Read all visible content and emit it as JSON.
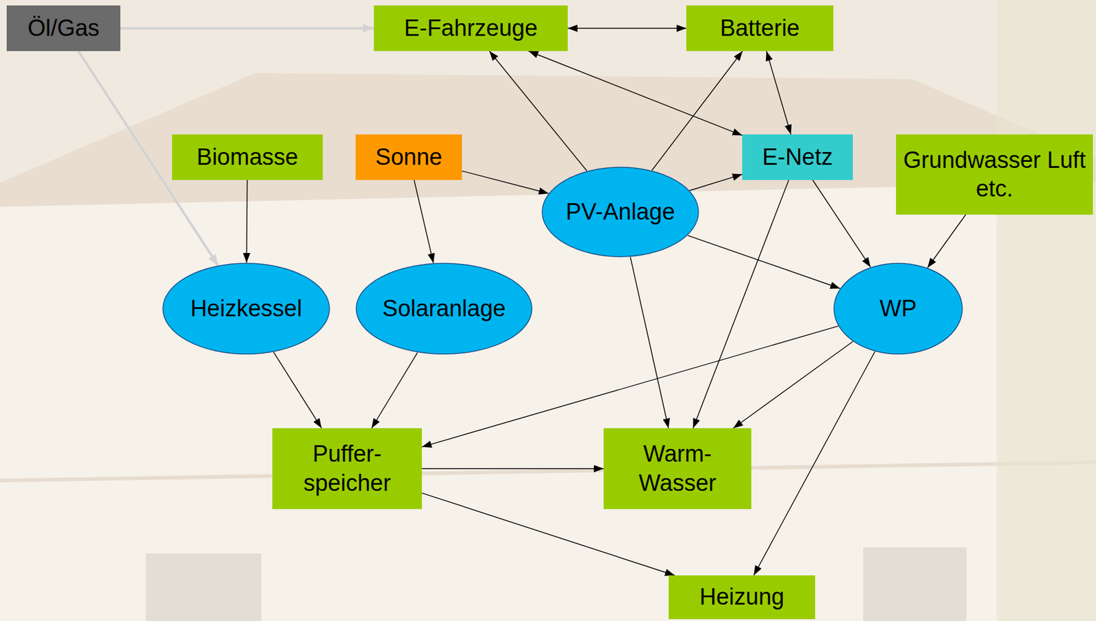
{
  "diagram": {
    "nodes": [
      {
        "text": [
          "Öl/Gas"
        ]
      },
      {
        "text": [
          "E-Fahrzeuge"
        ]
      },
      {
        "text": [
          "Batterie"
        ]
      },
      {
        "text": [
          "Biomasse"
        ]
      },
      {
        "text": [
          "Sonne"
        ]
      },
      {
        "text": [
          "PV-Anlage"
        ]
      },
      {
        "text": [
          "E-Netz"
        ]
      },
      {
        "text": [
          "Grundwasser Luft etc."
        ]
      },
      {
        "text": [
          "Heizkessel"
        ]
      },
      {
        "text": [
          "Solaranlage"
        ]
      },
      {
        "text": [
          "WP"
        ]
      },
      {
        "text": [
          "Puffer- speicher"
        ]
      },
      {
        "text": [
          "Warm- Wasser"
        ]
      },
      {
        "text": [
          "Heizung"
        ]
      }
    ],
    "edges": [
      {
        "from": 0,
        "to": 1,
        "arrow": "to"
      },
      {
        "from": 0,
        "to": 8,
        "arrow": "to"
      },
      {
        "from": 1,
        "to": 2,
        "arrow": "both"
      },
      {
        "from": 5,
        "to": 1,
        "arrow": "to"
      },
      {
        "from": 1,
        "to": 6,
        "arrow": "both"
      },
      {
        "from": 5,
        "to": 2,
        "arrow": "to"
      },
      {
        "from": 2,
        "to": 6,
        "arrow": "both"
      },
      {
        "from": 4,
        "to": 5,
        "arrow": "to"
      },
      {
        "from": 4,
        "to": 9,
        "arrow": "to"
      },
      {
        "from": 5,
        "to": 6,
        "arrow": "to"
      },
      {
        "from": 5,
        "to": 10,
        "arrow": "to"
      },
      {
        "from": 5,
        "to": 12,
        "arrow": "to"
      },
      {
        "from": 6,
        "to": 12,
        "arrow": "to"
      },
      {
        "from": 6,
        "to": 10,
        "arrow": "to"
      },
      {
        "from": 7,
        "to": 10,
        "arrow": "to"
      },
      {
        "from": 3,
        "to": 8,
        "arrow": "to"
      },
      {
        "from": 8,
        "to": 11,
        "arrow": "to"
      },
      {
        "from": 9,
        "to": 11,
        "arrow": "to"
      },
      {
        "from": 10,
        "to": 11,
        "arrow": "to"
      },
      {
        "from": 10,
        "to": 12,
        "arrow": "to"
      },
      {
        "from": 10,
        "to": 13,
        "arrow": "to"
      },
      {
        "from": 11,
        "to": 12,
        "arrow": "to"
      },
      {
        "from": 11,
        "to": 13,
        "arrow": "to"
      }
    ]
  }
}
